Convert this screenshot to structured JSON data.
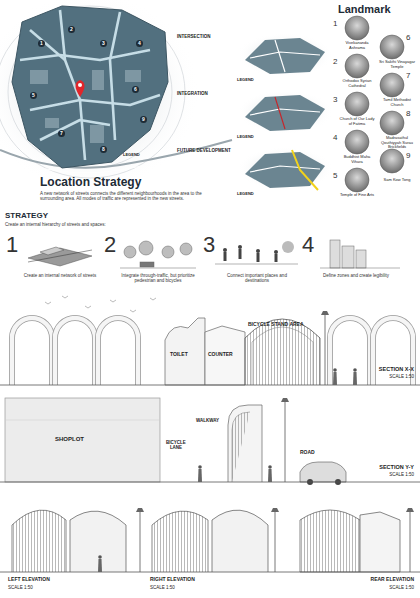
{
  "diagram": {
    "title": "Location Strategy",
    "nodes": [
      {
        "text": [
          "LEGEND"
        ]
      },
      {
        "text": [
          "INTERSECTION",
          "LEGEND"
        ]
      },
      {
        "text": [
          "INTEGRATION",
          "LEGEND"
        ]
      },
      {
        "text": [
          "FUTURE DEVELOPMENT",
          "LEGEND"
        ]
      }
    ],
    "labels": [
      "A new network of streets connects the different neighbourhoods in the area to the surrounding area. All modes of traffic are represented in the new streets.",
      "Landmark",
      "1",
      "Vivekananda Ashrama",
      "2",
      "Orthodox Syrian Cathedral",
      "3",
      "Church of Our Lady of Fatima",
      "4",
      "Buddhist Maha Vihara",
      "5",
      "Temple of Fine Arts",
      "6",
      "Sri Sakthi Vinayagar Temple",
      "7",
      "Tamil Methodist Church",
      "8",
      "Madrasathul Qouthiyyah Surau Brickfields",
      "9",
      "Sam Kow Tong",
      "STRATEGY",
      "Create an internal hierarchy of streets and spaces:",
      "1",
      "Create an internal network of streets",
      "2",
      "Integrate through-traffic, but prioritize pedestrian and bicycles",
      "3",
      "Connect important places and destinations",
      "4",
      "Define zones and create legibility",
      "TOILET",
      "COUNTER",
      "BICYCLE STAND AREA",
      "SECTION X-X",
      "SCALE 1:50",
      "SHOPLOT",
      "BICYCLE LANE",
      "WALKWAY",
      "ROAD",
      "SECTION Y-Y",
      "SCALE 1:50",
      "LEFT ELEVATION",
      "SCALE 1:50",
      "RIGHT ELEVATION",
      "SCALE 1:50",
      "REAR ELEVATION",
      "SCALE 1:50",
      "1",
      "2",
      "3",
      "4",
      "5",
      "6",
      "7",
      "8",
      "9"
    ]
  }
}
